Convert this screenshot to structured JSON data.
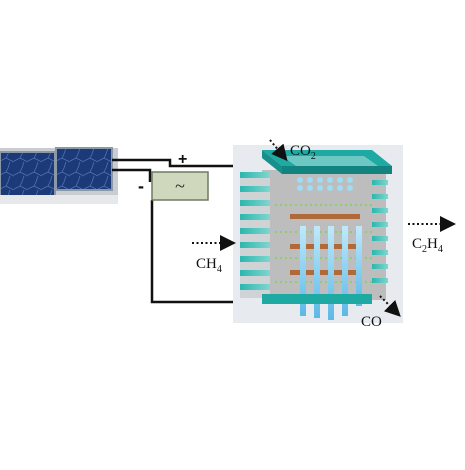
{
  "labels": {
    "plus": "+",
    "minus": "-",
    "converter_symbol": "~",
    "co2": {
      "main": "CO",
      "sub": "2"
    },
    "ch4": {
      "main": "CH",
      "sub": "4"
    },
    "c2h4": {
      "main": "C",
      "sub1": "2",
      "mid": "H",
      "sub2": "4"
    },
    "co": {
      "main": "CO"
    }
  },
  "icons": [
    "solar-panel-icon",
    "power-converter-icon",
    "electrolysis-stack-icon"
  ],
  "colors": {
    "panel_cell": "#1d3a78",
    "panel_frame": "#c9ccd0",
    "converter_fill": "#cfd8bd",
    "stack_plate": "#1fa9a3",
    "stack_channel": "#8fd3ef",
    "stack_inner": "#bdbdbd",
    "copper_layer": "#b06a3a",
    "wire": "#111111"
  }
}
